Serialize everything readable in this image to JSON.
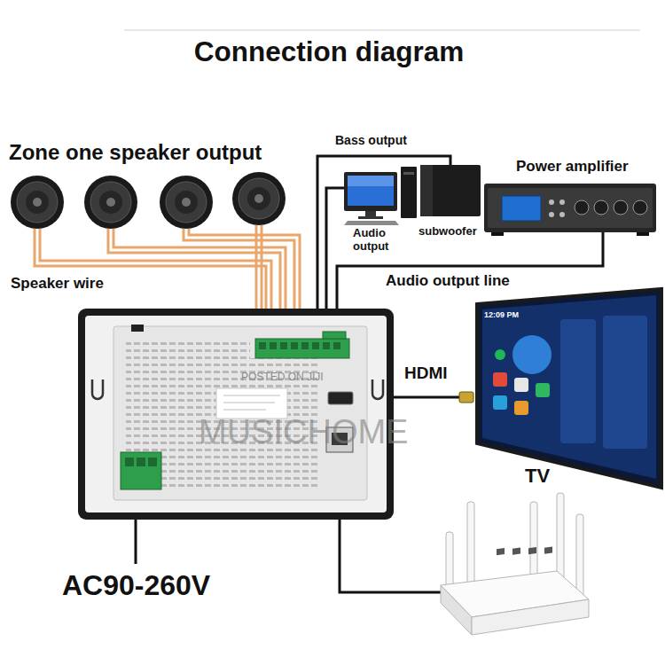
{
  "diagram": {
    "title": "Connection diagram",
    "nodes": [
      {
        "text": [
          "Audio output"
        ]
      },
      {
        "text": [
          "subwoofer"
        ]
      },
      {
        "text": [
          "Power amplifier"
        ]
      },
      {
        "text": [
          "12:09 PM",
          "TV"
        ]
      }
    ],
    "labels": [
      "Zone one speaker output",
      "Speaker wire",
      "Bass output",
      "Audio output line",
      "HDMI",
      "AC90-260V",
      "POSTED ON JIJI",
      "MUSICHOME"
    ]
  }
}
